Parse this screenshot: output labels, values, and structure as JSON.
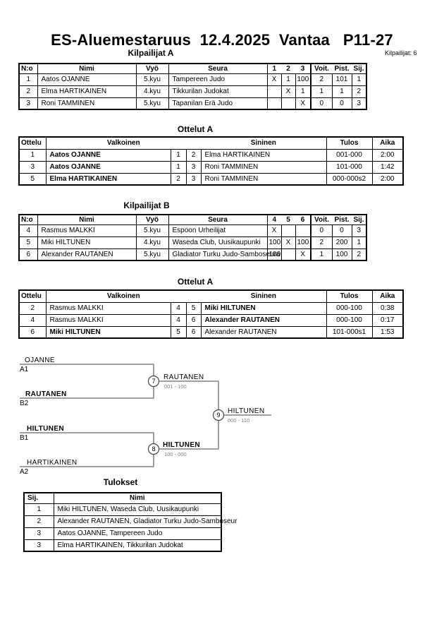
{
  "page": {
    "title": "ES-Aluemestaruus  12.4.2025  Vantaa   P11-27",
    "participants_label": "Kilpailijat: 6"
  },
  "pool_a": {
    "heading": "Kilpailijat A",
    "columns": [
      "N:o",
      "Nimi",
      "Vyö",
      "Seura",
      "1",
      "2",
      "3",
      "Voit.",
      "Pist.",
      "Sij."
    ],
    "rows": [
      {
        "no": "1",
        "nimi": "Aatos OJANNE",
        "vyo": "5.kyu",
        "seura": "Tampereen Judo",
        "c1": "X",
        "c2": "1",
        "c3": "100",
        "voit": "2",
        "pist": "101",
        "sij": "1"
      },
      {
        "no": "2",
        "nimi": "Elma HARTIKAINEN",
        "vyo": "4.kyu",
        "seura": "Tikkurilan Judokat",
        "c1": "",
        "c2": "X",
        "c3": "1",
        "voit": "1",
        "pist": "1",
        "sij": "2"
      },
      {
        "no": "3",
        "nimi": "Roni TAMMINEN",
        "vyo": "5.kyu",
        "seura": "Tapanilan Erä Judo",
        "c1": "",
        "c2": "",
        "c3": "X",
        "voit": "0",
        "pist": "0",
        "sij": "3"
      }
    ]
  },
  "matches_a": {
    "heading": "Ottelut A",
    "columns": [
      "Ottelu",
      "Valkoinen",
      "Sininen",
      "Tulos",
      "Aika"
    ],
    "rows": [
      {
        "ottelu": "1",
        "valkoinen": "Aatos OJANNE",
        "v_bold": true,
        "n1": "1",
        "n2": "2",
        "sininen": "Elma HARTIKAINEN",
        "s_bold": false,
        "tulos": "001-000",
        "aika": "2:00"
      },
      {
        "ottelu": "3",
        "valkoinen": "Aatos OJANNE",
        "v_bold": true,
        "n1": "1",
        "n2": "3",
        "sininen": "Roni TAMMINEN",
        "s_bold": false,
        "tulos": "101-000",
        "aika": "1:42"
      },
      {
        "ottelu": "5",
        "valkoinen": "Elma HARTIKAINEN",
        "v_bold": true,
        "n1": "2",
        "n2": "3",
        "sininen": "Roni TAMMINEN",
        "s_bold": false,
        "tulos": "000-000s2",
        "aika": "2:00"
      }
    ]
  },
  "pool_b": {
    "heading": "Kilpailijat B",
    "columns": [
      "N:o",
      "Nimi",
      "Vyö",
      "Seura",
      "4",
      "5",
      "6",
      "Voit.",
      "Pist.",
      "Sij."
    ],
    "rows": [
      {
        "no": "4",
        "nimi": "Rasmus MALKKI",
        "vyo": "5.kyu",
        "seura": "Espoon Urheilijat",
        "c1": "X",
        "c2": "",
        "c3": "",
        "voit": "0",
        "pist": "0",
        "sij": "3"
      },
      {
        "no": "5",
        "nimi": "Miki HILTUNEN",
        "vyo": "4.kyu",
        "seura": "Waseda Club, Uusikaupunki",
        "c1": "100",
        "c2": "X",
        "c3": "100",
        "voit": "2",
        "pist": "200",
        "sij": "1"
      },
      {
        "no": "6",
        "nimi": "Alexander RAUTANEN",
        "vyo": "5.kyu",
        "seura": "Gladiator Turku Judo-Samboseura",
        "c1": "100",
        "c2": "",
        "c3": "X",
        "voit": "1",
        "pist": "100",
        "sij": "2"
      }
    ]
  },
  "matches_b": {
    "heading": "Ottelut A",
    "columns": [
      "Ottelu",
      "Valkoinen",
      "Sininen",
      "Tulos",
      "Aika"
    ],
    "rows": [
      {
        "ottelu": "2",
        "valkoinen": "Rasmus MALKKI",
        "v_bold": false,
        "n1": "4",
        "n2": "5",
        "sininen": "Miki HILTUNEN",
        "s_bold": true,
        "tulos": "000-100",
        "aika": "0:38"
      },
      {
        "ottelu": "4",
        "valkoinen": "Rasmus MALKKI",
        "v_bold": false,
        "n1": "4",
        "n2": "6",
        "sininen": "Alexander RAUTANEN",
        "s_bold": true,
        "tulos": "000-100",
        "aika": "0:17"
      },
      {
        "ottelu": "6",
        "valkoinen": "Miki HILTUNEN",
        "v_bold": true,
        "n1": "5",
        "n2": "6",
        "sininen": "Alexander RAUTANEN",
        "s_bold": false,
        "tulos": "101-000s1",
        "aika": "1:53"
      }
    ]
  },
  "bracket": {
    "entrants": [
      {
        "name": "OJANNE",
        "seed": "A1",
        "bold": false
      },
      {
        "name": "RAUTANEN",
        "seed": "B2",
        "bold": true
      },
      {
        "name": "HILTUNEN",
        "seed": "B1",
        "bold": true
      },
      {
        "name": "HARTIKAINEN",
        "seed": "A2",
        "bold": false
      }
    ],
    "matches": [
      {
        "number": "7",
        "winner": "RAUTANEN",
        "score": "001 - 100",
        "bold": false
      },
      {
        "number": "8",
        "winner": "HILTUNEN",
        "score": "100 - 000",
        "bold": true
      },
      {
        "number": "9",
        "winner": "HILTUNEN",
        "score": "000 - 110",
        "bold": false
      }
    ],
    "line_color": "#808080",
    "circle_color": "#444444"
  },
  "results": {
    "heading": "Tulokset",
    "columns": [
      "Sij.",
      "Nimi"
    ],
    "rows": [
      {
        "sij": "1",
        "nimi": "Miki HILTUNEN, Waseda Club, Uusikaupunki"
      },
      {
        "sij": "2",
        "nimi": "Alexander RAUTANEN, Gladiator Turku Judo-Samboseur"
      },
      {
        "sij": "3",
        "nimi": "Aatos OJANNE, Tampereen Judo"
      },
      {
        "sij": "3",
        "nimi": "Elma HARTIKAINEN, Tikkurilan Judokat"
      }
    ]
  }
}
